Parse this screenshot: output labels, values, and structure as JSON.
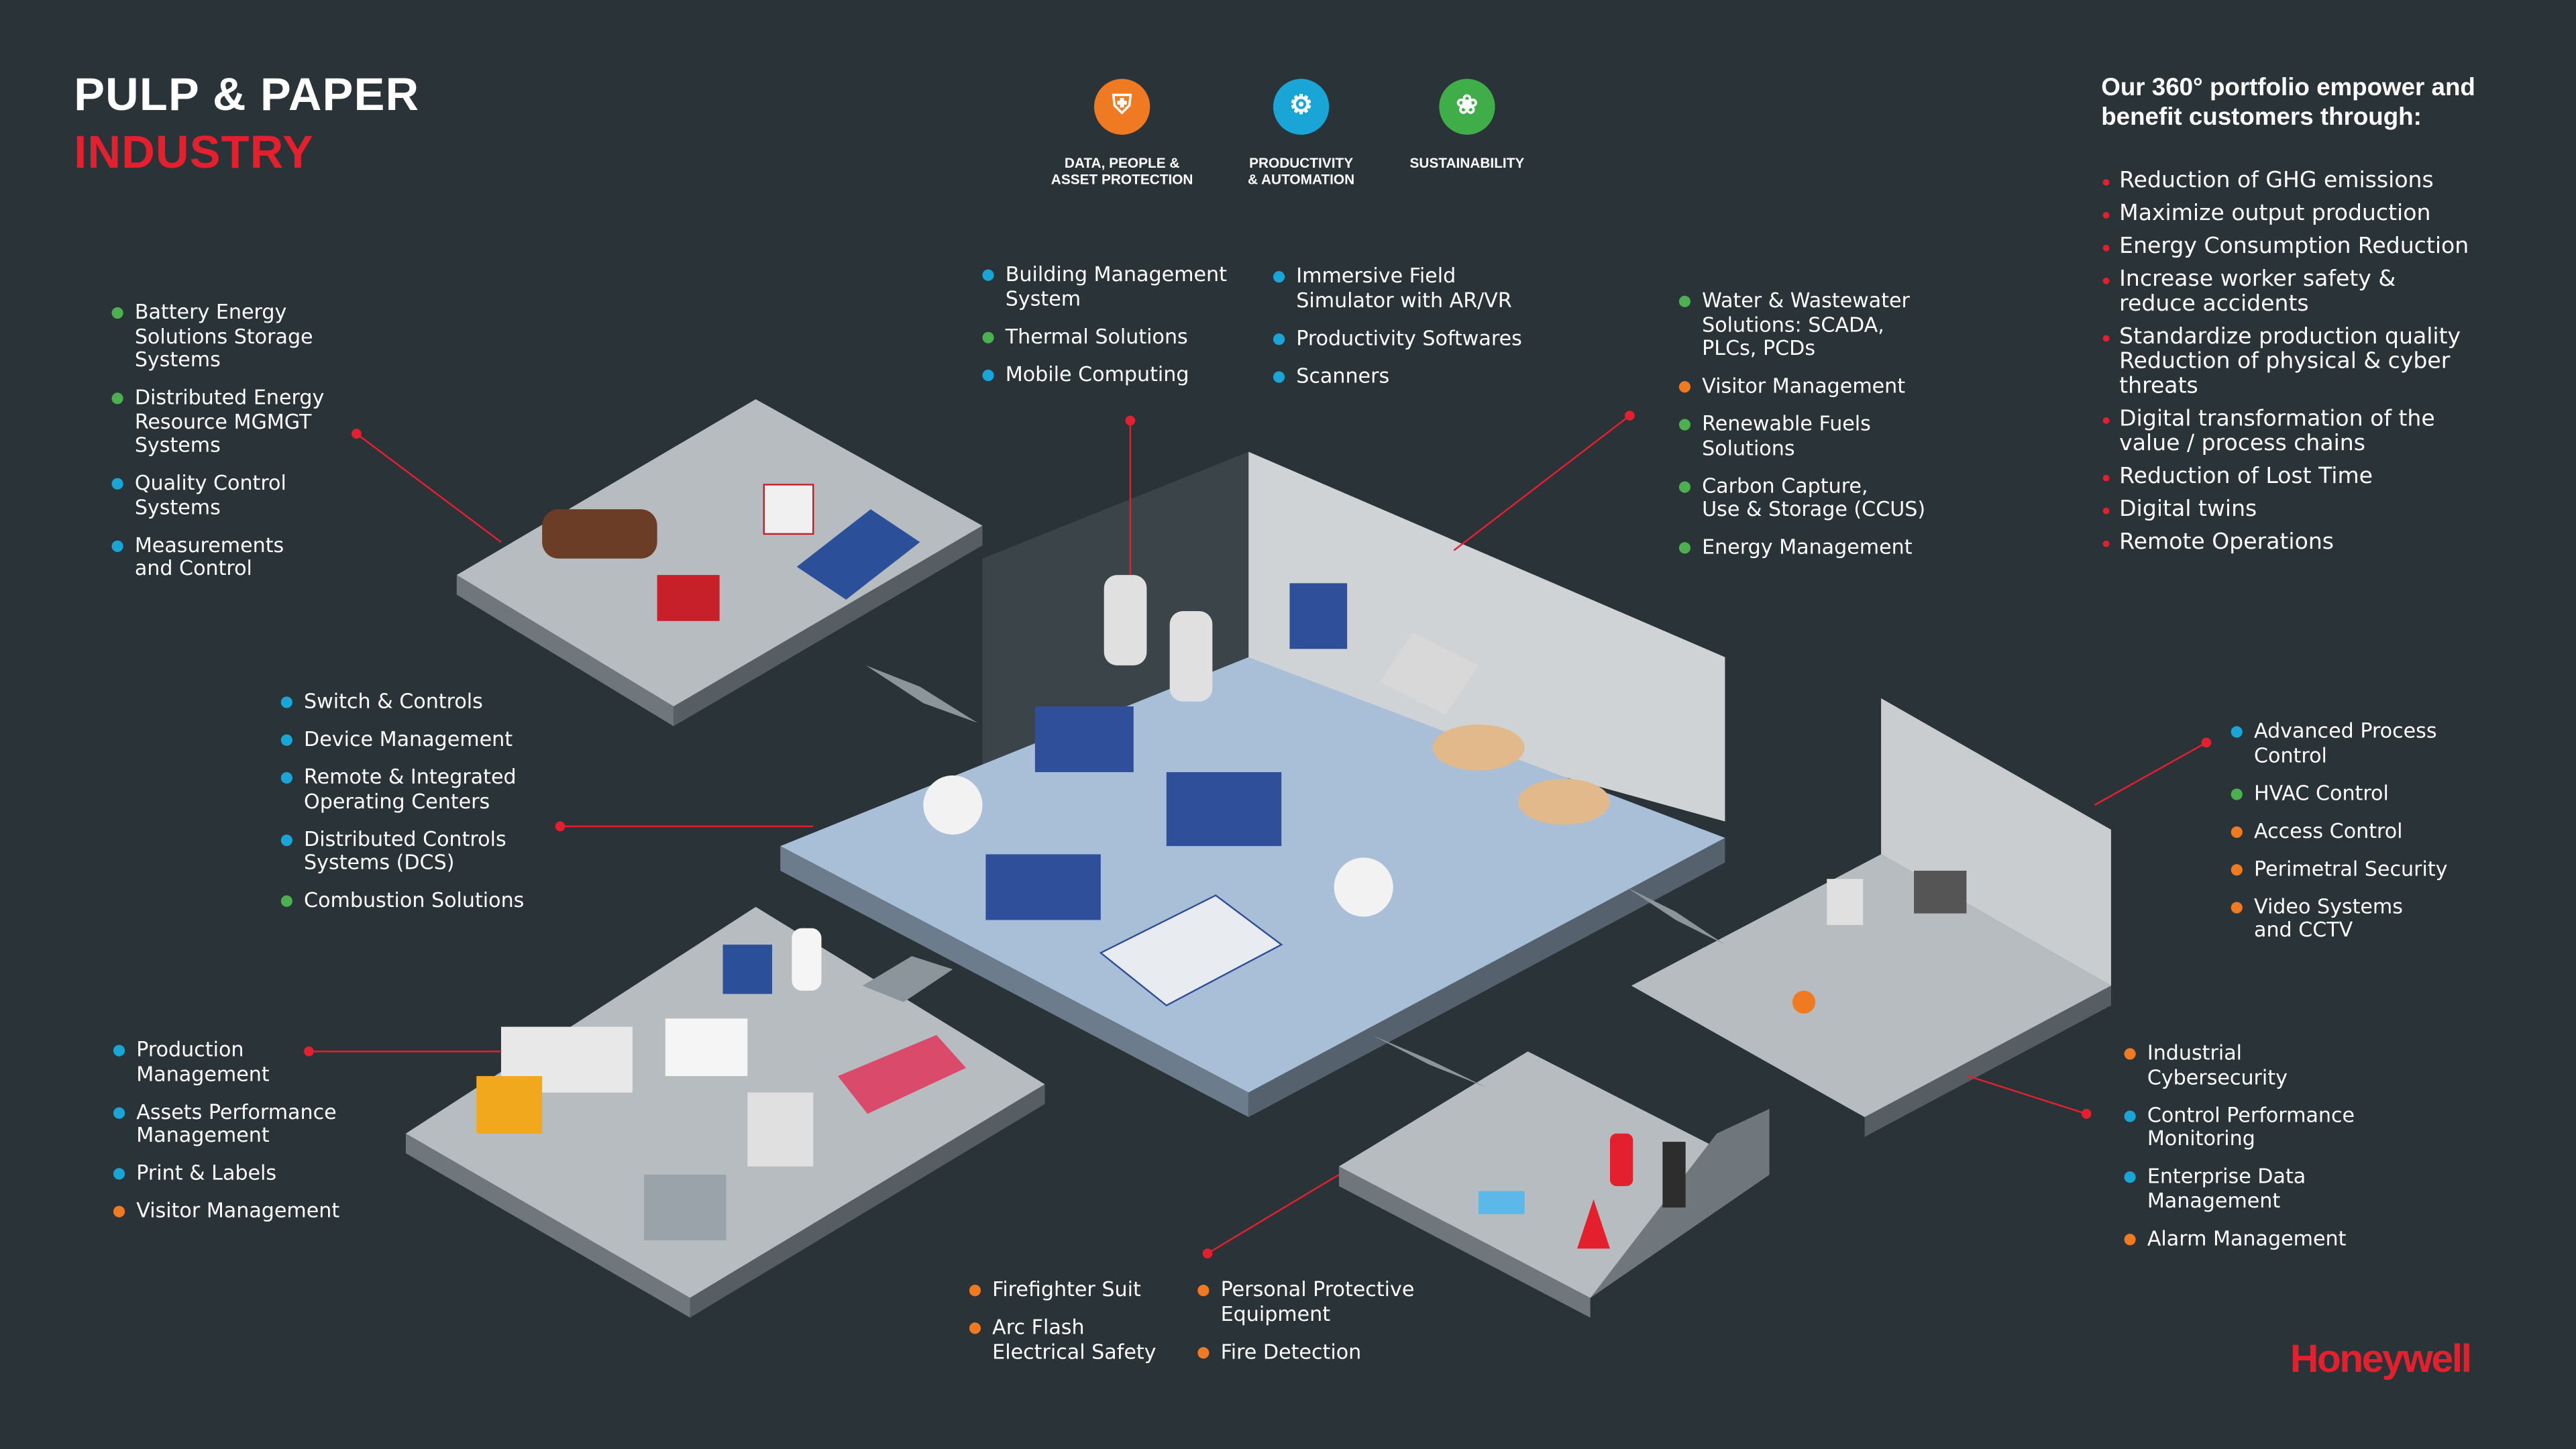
{
  "header": {
    "title_line1": "PULP & PAPER",
    "title_line2": "INDUSTRY"
  },
  "pillars": [
    {
      "label": "DATA, PEOPLE &\nASSET PROTECTION",
      "icon": "shield-building-icon",
      "color": "#f07a22"
    },
    {
      "label": "PRODUCTIVITY\n& AUTOMATION",
      "icon": "gear-arrow-icon",
      "color": "#19a6d6"
    },
    {
      "label": "SUSTAINABILITY",
      "icon": "plant-hand-icon",
      "color": "#3fae49"
    }
  ],
  "colors": {
    "blue": "#19a6d6",
    "green": "#4cb050",
    "orange": "#f07a22",
    "red": "#e4202e",
    "background": "#2a3338"
  },
  "lists": {
    "top_left": [
      {
        "text": "Battery Energy\nSolutions Storage\nSystems",
        "c": "green"
      },
      {
        "text": "Distributed Energy\nResource MGMGT\nSystems",
        "c": "green"
      },
      {
        "text": "Quality Control\nSystems",
        "c": "blue"
      },
      {
        "text": "Measurements\nand Control",
        "c": "blue"
      }
    ],
    "mid_left": [
      {
        "text": "Switch & Controls",
        "c": "blue"
      },
      {
        "text": "Device Management",
        "c": "blue"
      },
      {
        "text": "Remote & Integrated\nOperating Centers",
        "c": "blue"
      },
      {
        "text": "Distributed Controls\nSystems (DCS)",
        "c": "blue"
      },
      {
        "text": "Combustion Solutions",
        "c": "green"
      }
    ],
    "bottom_left": [
      {
        "text": "Production\nManagement",
        "c": "blue"
      },
      {
        "text": "Assets Performance\nManagement",
        "c": "blue"
      },
      {
        "text": "Print & Labels",
        "c": "blue"
      },
      {
        "text": "Visitor Management",
        "c": "orange"
      }
    ],
    "top_center_a": [
      {
        "text": "Building Management\nSystem",
        "c": "blue"
      },
      {
        "text": "Thermal Solutions",
        "c": "green"
      },
      {
        "text": "Mobile Computing",
        "c": "blue"
      }
    ],
    "top_center_b": [
      {
        "text": "Immersive Field\nSimulator with AR/VR",
        "c": "blue"
      },
      {
        "text": "Productivity Softwares",
        "c": "blue"
      },
      {
        "text": "Scanners",
        "c": "blue"
      }
    ],
    "top_right_mid": [
      {
        "text": "Water & Wastewater\nSolutions: SCADA,\nPLCs, PCDs",
        "c": "green"
      },
      {
        "text": "Visitor Management",
        "c": "orange"
      },
      {
        "text": "Renewable Fuels\nSolutions",
        "c": "green"
      },
      {
        "text": "Carbon Capture,\nUse & Storage (CCUS)",
        "c": "green"
      },
      {
        "text": "Energy Management",
        "c": "green"
      }
    ],
    "right": [
      {
        "text": "Advanced Process\nControl",
        "c": "blue"
      },
      {
        "text": "HVAC Control",
        "c": "green"
      },
      {
        "text": "Access Control",
        "c": "orange"
      },
      {
        "text": "Perimetral Security",
        "c": "orange"
      },
      {
        "text": "Video Systems\nand CCTV",
        "c": "orange"
      }
    ],
    "bottom_right": [
      {
        "text": "Industrial\nCybersecurity",
        "c": "orange"
      },
      {
        "text": "Control Performance\nMonitoring",
        "c": "blue"
      },
      {
        "text": "Enterprise Data\nManagement",
        "c": "blue"
      },
      {
        "text": "Alarm Management",
        "c": "orange"
      }
    ],
    "bottom_center_a": [
      {
        "text": "Firefighter Suit",
        "c": "orange"
      },
      {
        "text": "Arc Flash\nElectrical Safety",
        "c": "orange"
      }
    ],
    "bottom_center_b": [
      {
        "text": "Personal Protective\nEquipment",
        "c": "orange"
      },
      {
        "text": "Fire Detection",
        "c": "orange"
      }
    ]
  },
  "benefits": {
    "heading": "Our 360° portfolio empower and\nbenefit  customers  through:",
    "items": [
      "Reduction of GHG emissions",
      "Maximize output production",
      "Energy Consumption Reduction",
      "Increase worker safety &\nreduce accidents",
      "Standardize production quality\nReduction of physical & cyber\nthreats",
      "Digital transformation of the\nvalue / process chains",
      "Reduction of Lost Time",
      "Digital twins",
      "Remote Operations"
    ]
  },
  "brand": {
    "logo": "Honeywell"
  }
}
